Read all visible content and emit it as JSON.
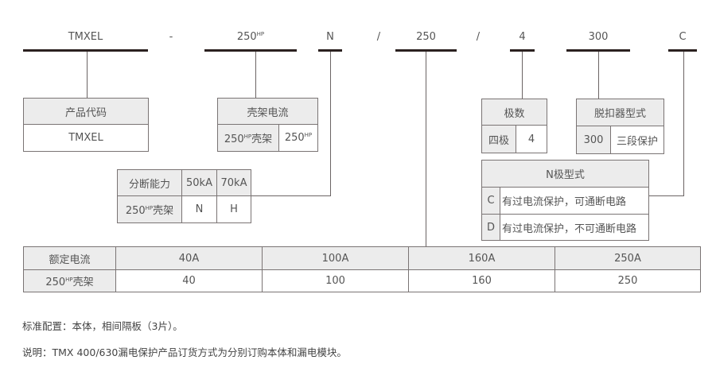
{
  "model_code": {
    "segments": [
      {
        "id": "series",
        "text": "TMXEL"
      },
      {
        "id": "sep1",
        "text": "-"
      },
      {
        "id": "frame",
        "text": "250",
        "sup": "HP"
      },
      {
        "id": "pole-n",
        "text": "N"
      },
      {
        "id": "sep2",
        "text": "/"
      },
      {
        "id": "current",
        "text": "250"
      },
      {
        "id": "sep3",
        "text": "/"
      },
      {
        "id": "poles",
        "text": "4"
      },
      {
        "id": "trip",
        "text": "300"
      },
      {
        "id": "n-type",
        "text": "C"
      }
    ]
  },
  "product_code_box": {
    "header": "产品代码",
    "value": "TMXEL"
  },
  "frame_current_box": {
    "header": "壳架电流",
    "row_label": "250",
    "row_label_sup": "HP",
    "row_label_suffix": "壳架",
    "row_value": "250",
    "row_value_sup": "HP"
  },
  "breaking_capacity_box": {
    "header": "分断能力",
    "columns": [
      "50kA",
      "70kA"
    ],
    "row_label": "250",
    "row_label_sup": "HP",
    "row_label_suffix": "壳架",
    "row_values": [
      "N",
      "H"
    ]
  },
  "poles_box": {
    "header": "极数",
    "row_label": "四极",
    "row_value": "4"
  },
  "trip_unit_box": {
    "header": "脱扣器型式",
    "row_label": "300",
    "row_value": "三段保护"
  },
  "n_pole_box": {
    "header": "N极型式",
    "rows": [
      {
        "code": "C",
        "desc": "有过电流保护，可通断电路"
      },
      {
        "code": "D",
        "desc": "有过电流保护，不可通断电路"
      }
    ]
  },
  "rated_current_table": {
    "header_label": "额定电流",
    "columns": [
      "40A",
      "100A",
      "160A",
      "250A"
    ],
    "row_label": "250",
    "row_label_sup": "HP",
    "row_label_suffix": "壳架",
    "row_values": [
      "40",
      "100",
      "160",
      "250"
    ]
  },
  "notes": [
    "标准配置：本体，相间隔板（3片）。",
    "说明：TMX 400/630漏电保护产品订货方式为分别订购本体和漏电模块。"
  ],
  "colors": {
    "bar": "#2b2120",
    "line": "#6b6464",
    "header_bg": "#ececec",
    "text": "#555555"
  }
}
